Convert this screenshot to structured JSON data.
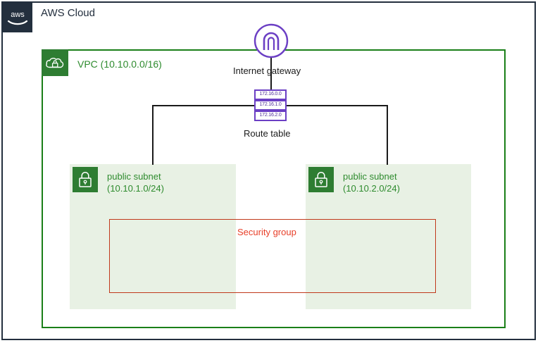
{
  "cloud": {
    "title": "AWS Cloud",
    "logo_icon": "aws-logo-icon",
    "border_color": "#232f3e"
  },
  "vpc": {
    "title": "VPC (10.10.0.0/16)",
    "icon": "vpc-cloud-lock-icon",
    "border_color": "#1a7f18",
    "label_color": "#2e8b2e"
  },
  "internet_gateway": {
    "label": "Internet gateway",
    "icon": "internet-gateway-icon",
    "color": "#6b3fc4"
  },
  "route_table": {
    "label": "Route table",
    "rows": [
      "172.16.0.0",
      "172.16.1.0",
      "172.16.2.0"
    ],
    "border_color": "#6b3fc4",
    "text_color": "#4b2a96"
  },
  "subnets": [
    {
      "name": "public subnet",
      "cidr": "(10.10.1.0/24)",
      "icon": "subnet-lock-icon",
      "fill_color": "#e8f1e4",
      "badge_color": "#2e7d32"
    },
    {
      "name": "public subnet",
      "cidr": "(10.10.2.0/24)",
      "icon": "subnet-lock-icon",
      "fill_color": "#e8f1e4",
      "badge_color": "#2e7d32"
    }
  ],
  "security_group": {
    "label": "Security group",
    "border_color": "#c0391b",
    "label_color": "#e8402a"
  }
}
